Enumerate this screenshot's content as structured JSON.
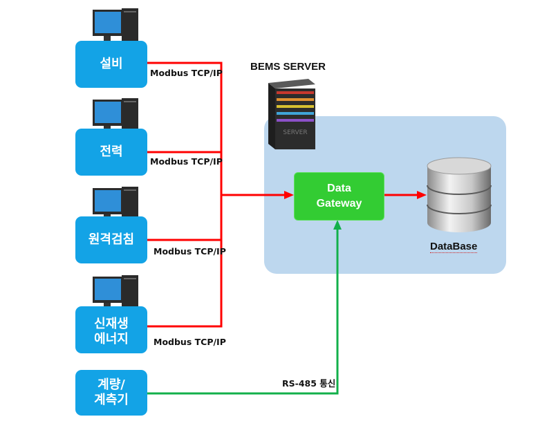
{
  "server": {
    "title": "BEMS SERVER",
    "gateway_line1": "Data",
    "gateway_line2": "Gateway",
    "database_label": "DataBase",
    "server_box_text": "SERVER"
  },
  "devices": [
    {
      "label": "설비"
    },
    {
      "label": "전력"
    },
    {
      "label": "원격검침"
    },
    {
      "label_line1": "신재생",
      "label_line2": "에너지"
    },
    {
      "label_line1": "계량/",
      "label_line2": "계측기"
    }
  ],
  "protocols": {
    "modbus_1": "Modbus TCP/IP",
    "modbus_2": "Modbus TCP/IP",
    "modbus_3": "Modbus TCP/IP",
    "modbus_4": "Modbus TCP/IP",
    "rs485": "RS-485 통신"
  },
  "colors": {
    "device_box": "#13a3e6",
    "red_link": "#ff0000",
    "green_link": "#12b04a",
    "server_zone": "#bdd7ee",
    "gateway": "#33cc33"
  }
}
